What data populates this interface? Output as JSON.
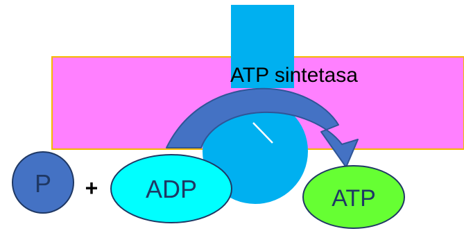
{
  "diagram": {
    "enzyme_label": "ATP sintetasa",
    "phosphate_label": "P",
    "plus_sign": "+",
    "substrate_label": "ADP",
    "product_label": "ATP"
  },
  "colors": {
    "membrane_fill": "#FF80FF",
    "membrane_border": "#F5B800",
    "enzyme_fill": "#00B0F0",
    "arrow_fill": "#4472C4",
    "arrow_stroke": "#2F5597",
    "phosphate_fill": "#4472C4",
    "adp_fill": "#00FFFF",
    "atp_fill": "#66FF33",
    "outline": "#1F3864"
  }
}
